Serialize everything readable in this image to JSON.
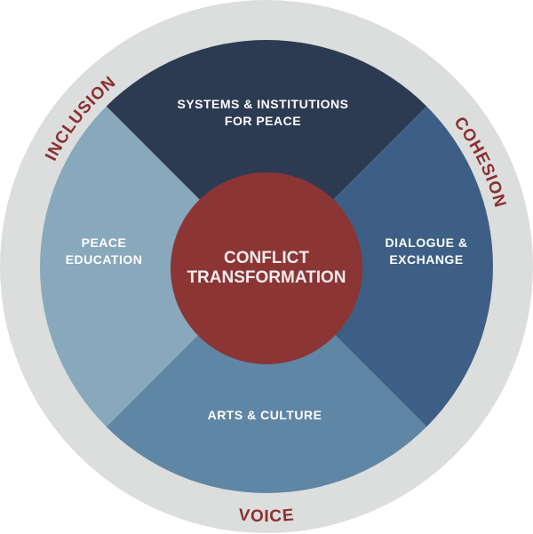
{
  "center": {
    "line1": "CONFLICT",
    "line2": "TRANSFORMATION"
  },
  "quadrants": {
    "top": {
      "line1": "SYSTEMS & INSTITUTIONS",
      "line2": "FOR PEACE"
    },
    "right": {
      "line1": "DIALOGUE &",
      "line2": "EXCHANGE"
    },
    "bottom": {
      "line1": "ARTS & CULTURE"
    },
    "left": {
      "line1": "PEACE",
      "line2": "EDUCATION"
    }
  },
  "ring_labels": {
    "upper_left": "INCLUSION",
    "upper_right": "COHESION",
    "bottom": "VOICE"
  },
  "colors": {
    "ring": "#dcdedd",
    "top": "#2c3b52",
    "right": "#3d5f85",
    "bottom": "#6086a5",
    "left": "#88a8bc",
    "center": "#8b3535",
    "ring_text": "#8a2f2f"
  }
}
